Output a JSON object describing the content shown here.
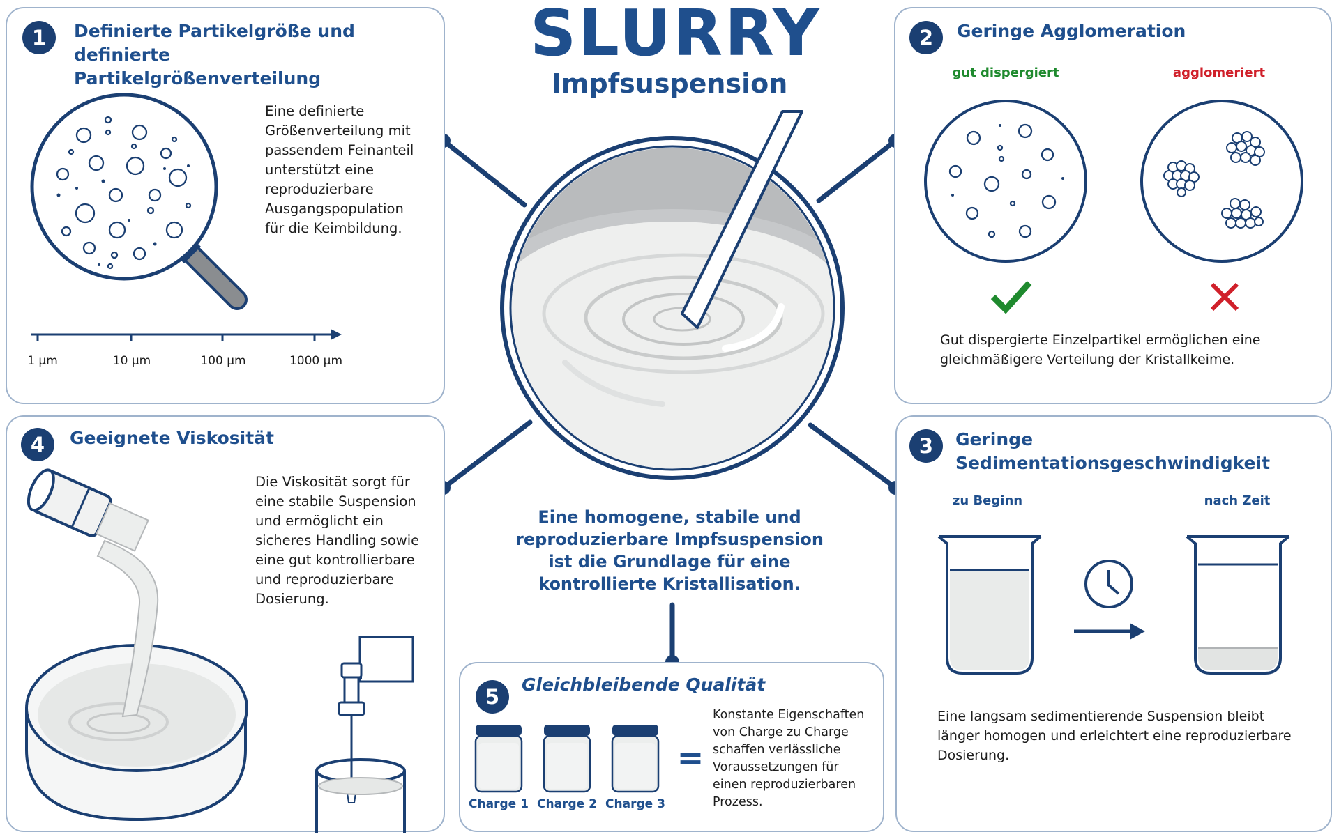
{
  "header": {
    "title": "SLURRY",
    "subtitle": "Impfsuspension"
  },
  "center": {
    "statement": "Eine homogene, stabile und reproduzierbare Impfsuspension ist die Grundlage für eine kontrollierte Kristallisation."
  },
  "panel1": {
    "number": "1",
    "title": "Definierte Partikelgröße und definierte Partikelgrößenverteilung",
    "text": "Eine definierte Größenverteilung mit passendem Feinanteil unterstützt eine reproduzierbare Ausgangspopulation für die Keimbildung.",
    "scale": [
      "1 µm",
      "10 µm",
      "100 µm",
      "1000 µm"
    ]
  },
  "panel2": {
    "number": "2",
    "title": "Geringe Agglomeration",
    "good_label": "gut dispergiert",
    "bad_label": "agglomeriert",
    "text": "Gut dispergierte Einzelpartikel ermöglichen eine gleichmäßigere Verteilung der Kristallkeime.",
    "good_color": "#1f8a2e",
    "bad_color": "#d0202a"
  },
  "panel3": {
    "number": "3",
    "title": "Geringe Sedimentationsgeschwindigkeit",
    "start_label": "zu Beginn",
    "after_label": "nach Zeit",
    "text": "Eine langsam sedimentierende Suspension bleibt länger homogen und erleichtert eine reproduzierbare Dosierung."
  },
  "panel4": {
    "number": "4",
    "title": "Geeignete Viskosität",
    "text": "Die Viskosität sorgt für eine stabile Suspension und ermöglicht ein sicheres Handling sowie eine gut kontrollierbare und reproduzierbare Dosierung."
  },
  "panel5": {
    "number": "5",
    "title": "Gleichbleibende Qualität",
    "charges": [
      "Charge 1",
      "Charge 2",
      "Charge 3"
    ],
    "equals": "=",
    "text": "Konstante Eigenschaften von Charge zu Charge schaffen verlässliche Voraussetzungen für einen reproduzierbaren Prozess."
  },
  "colors": {
    "navy": "#1b3f72",
    "blue": "#1f4f8d",
    "border": "#9fb3cc",
    "liquid": "#e9ebea"
  }
}
